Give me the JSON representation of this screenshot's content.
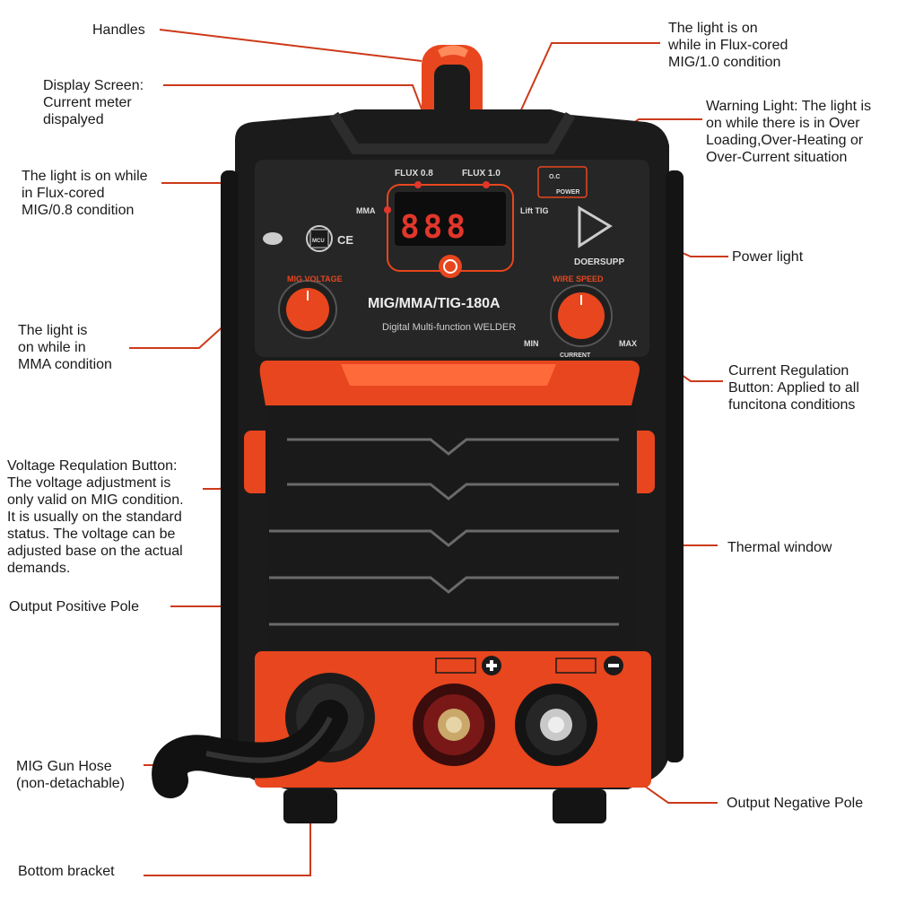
{
  "colors": {
    "accent": "#e8461e",
    "leader": "#cc3a1a",
    "body": "#1b1b1b",
    "panel": "#262626",
    "led": "#e3362b"
  },
  "callouts": {
    "handles": "Handles",
    "display_screen": "Display Screen:\nCurrent meter\ndispalyed",
    "flux_08": "The light is on while\nin Flux-cored\nMIG/0.8 condition",
    "mma_light": "The light is\non while in\nMMA condition",
    "voltage_button": "Voltage Requlation Button:\nThe voltage adjustment is\nonly valid on MIG condition.\nIt is usually on the standard\nstatus. The voltage can be\nadjusted base on the actual\ndemands.",
    "positive_pole": "Output Positive Pole",
    "gun_hose": "MIG Gun Hose\n(non-detachable)",
    "bottom_bracket": "Bottom bracket",
    "flux_10": "The light is on\nwhile in Flux-cored\nMIG/1.0 condition",
    "warning_light": "Warning Light: The light is\non while there is in Over\nLoading,Over-Heating or\nOver-Current situation",
    "power_light": "Power light",
    "current_button": "Current Regulation\nButton: Applied to all\nfuncitona conditions",
    "thermal_window": "Thermal window",
    "negative_pole": "Output Negative Pole"
  },
  "panel": {
    "flux_08": "FLUX 0.8",
    "flux_10": "FLUX 1.0",
    "mma": "MMA",
    "lift_tig": "Lift TIG",
    "display": "888",
    "oc": "O.C",
    "power": "POWER",
    "brand": "DOERSUPP",
    "mcu": "MCU",
    "ce": "CE",
    "voltage": "MIG VOLTAGE",
    "wire_speed": "WIRE SPEED",
    "model": "MIG/MMA/TIG-180A",
    "subtitle": "Digital Multi-function WELDER",
    "min": "MIN",
    "max": "MAX",
    "current": "CURRENT"
  }
}
